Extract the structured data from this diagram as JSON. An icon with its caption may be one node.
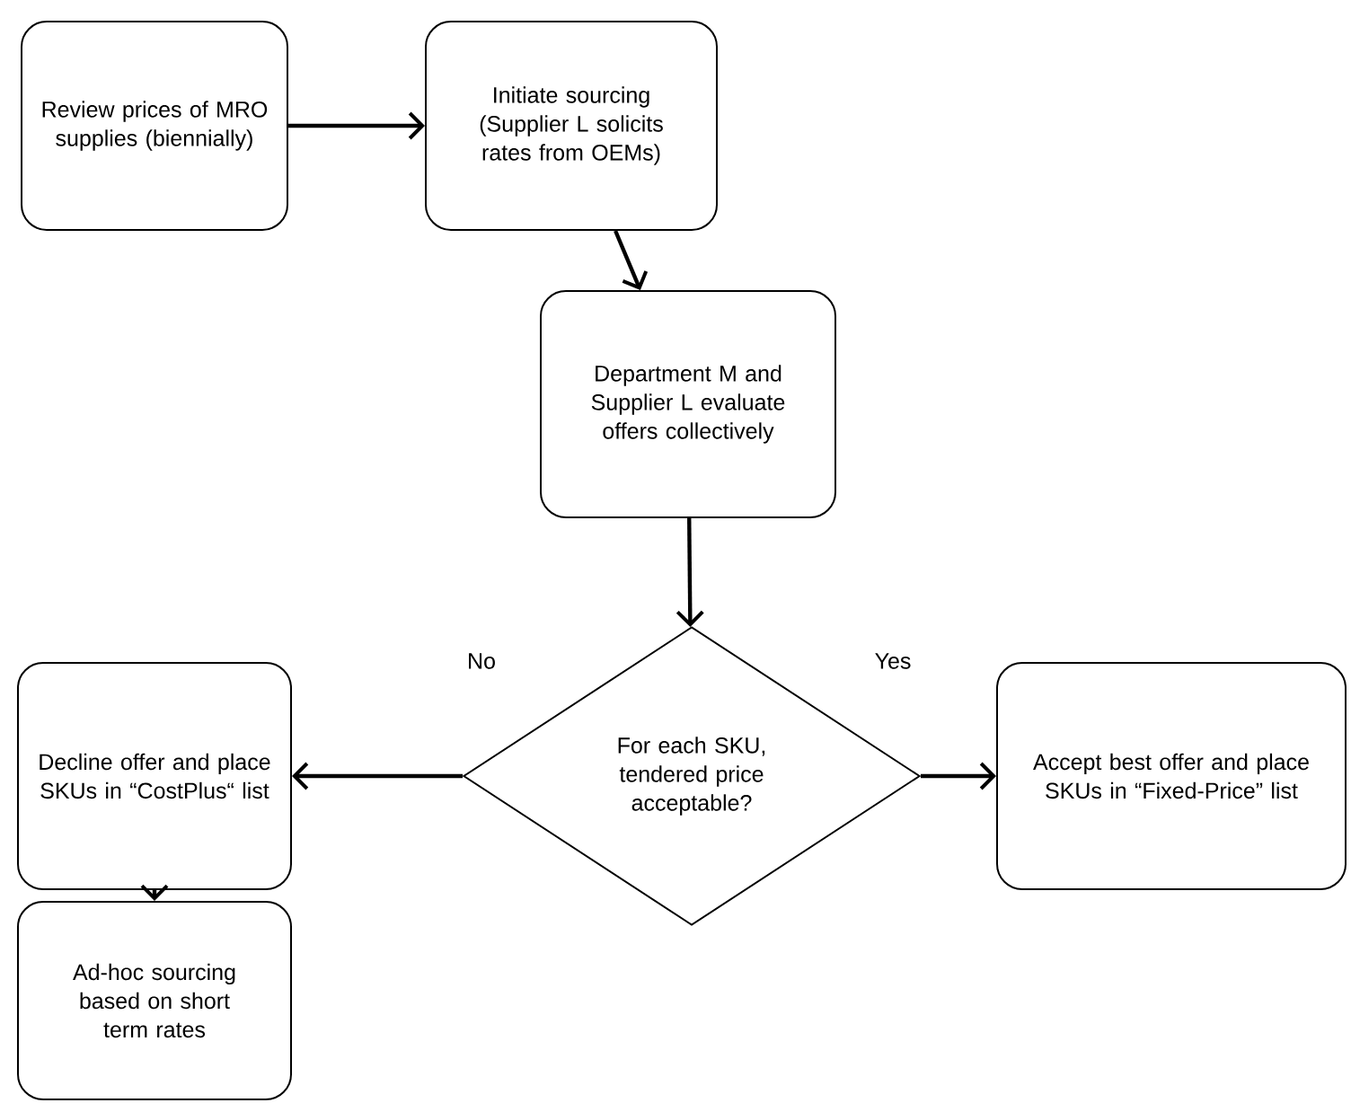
{
  "diagram": {
    "nodes": [
      {
        "text": [
          "Review prices of MRO supplies (biennially)"
        ]
      },
      {
        "text": [
          "Initiate sourcing (Supplier L solicits rates from OEMs)"
        ]
      },
      {
        "text": [
          "Department M and Supplier L evaluate offers collectively"
        ]
      },
      {
        "text": [
          "For each SKU, tendered price acceptable?"
        ]
      },
      {
        "text": [
          "Decline offer and place SKUs in “CostPlus“ list"
        ]
      },
      {
        "text": [
          "Accept best offer and place SKUs in “Fixed-Price” list"
        ]
      },
      {
        "text": [
          "Ad-hoc sourcing based on short term rates"
        ]
      }
    ],
    "edges": [
      {
        "from": 0,
        "to": 1,
        "arrow": "to"
      },
      {
        "from": 1,
        "to": 2,
        "arrow": "to"
      },
      {
        "from": 2,
        "to": 3,
        "arrow": "to"
      },
      {
        "from": 3,
        "to": 4,
        "arrow": "to",
        "label": "No"
      },
      {
        "from": 3,
        "to": 5,
        "arrow": "to",
        "label": "Yes"
      },
      {
        "from": 4,
        "to": 6,
        "arrow": "to"
      }
    ]
  }
}
